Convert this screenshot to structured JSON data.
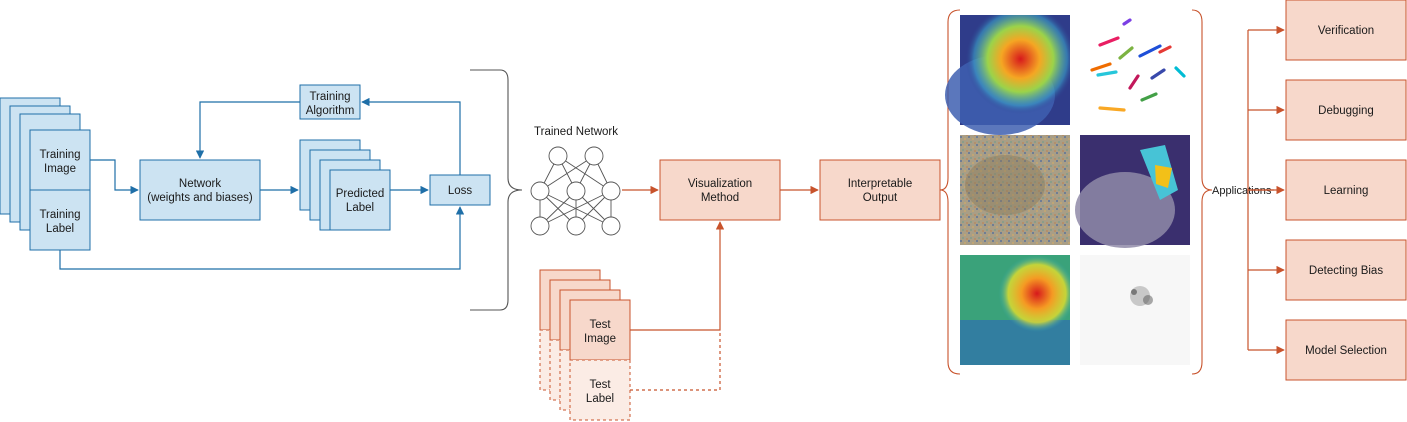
{
  "training": {
    "image_label_1": "Training",
    "image_label_2": "Image",
    "label_label_1": "Training",
    "label_label_2": "Label",
    "algorithm_1": "Training",
    "algorithm_2": "Algorithm",
    "network_1": "Network",
    "network_2": "(weights and biases)",
    "predicted_1": "Predicted",
    "predicted_2": "Label",
    "loss": "Loss"
  },
  "trained_network_label": "Trained Network",
  "test": {
    "image_1": "Test",
    "image_2": "Image",
    "label_1": "Test",
    "label_2": "Label"
  },
  "visualization_1": "Visualization",
  "visualization_2": "Method",
  "interpretable_1": "Interpretable",
  "interpretable_2": "Output",
  "applications_label": "Applications",
  "applications": [
    "Verification",
    "Debugging",
    "Learning",
    "Detecting Bias",
    "Model Selection"
  ],
  "colors": {
    "blue_stroke": "#1f6fa8",
    "blue_fill": "#cce3f2",
    "orange_stroke": "#c8532c",
    "orange_fill": "#f7d8cb",
    "orange_fill_light": "#fbece5"
  },
  "thumbnails": [
    "gradcam-dog-icon",
    "tsne-clusters-icon",
    "saliency-noise-icon",
    "segmentation-dog-icon",
    "heatmap-dog-icon",
    "sparse-saliency-icon"
  ]
}
